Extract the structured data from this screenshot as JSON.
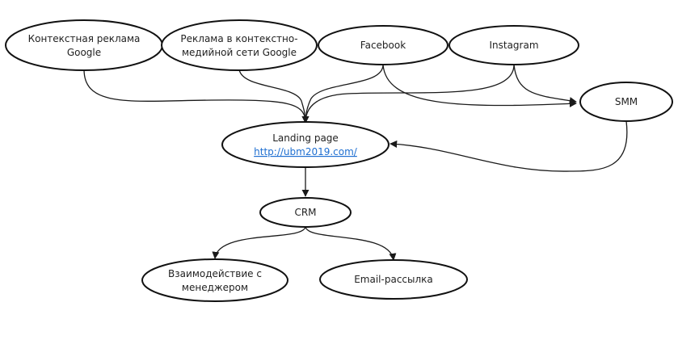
{
  "nodes": {
    "google_ads": {
      "lines": [
        "Контекстная реклама",
        "Google"
      ]
    },
    "google_display": {
      "lines": [
        "Реклама в контекстно-",
        "медийной сети Google"
      ]
    },
    "facebook": {
      "lines": [
        "Facebook"
      ]
    },
    "instagram": {
      "lines": [
        "Instagram"
      ]
    },
    "smm": {
      "lines": [
        "SMM"
      ]
    },
    "landing": {
      "lines": [
        "Landing page"
      ],
      "link": "http://ubm2019.com/"
    },
    "crm": {
      "lines": [
        "CRM"
      ]
    },
    "manager": {
      "lines": [
        "Взаимодействие с",
        "менеджером"
      ]
    },
    "email": {
      "lines": [
        "Email-рассылка"
      ]
    }
  },
  "edges": [
    {
      "from": "google_ads",
      "to": "landing"
    },
    {
      "from": "google_display",
      "to": "landing"
    },
    {
      "from": "facebook",
      "to": "landing"
    },
    {
      "from": "instagram",
      "to": "landing"
    },
    {
      "from": "facebook",
      "to": "smm"
    },
    {
      "from": "instagram",
      "to": "smm"
    },
    {
      "from": "smm",
      "to": "landing"
    },
    {
      "from": "landing",
      "to": "crm"
    },
    {
      "from": "crm",
      "to": "manager"
    },
    {
      "from": "crm",
      "to": "email"
    }
  ],
  "colors": {
    "stroke": "#111111",
    "text": "#222222",
    "link": "#1f6fd1"
  }
}
